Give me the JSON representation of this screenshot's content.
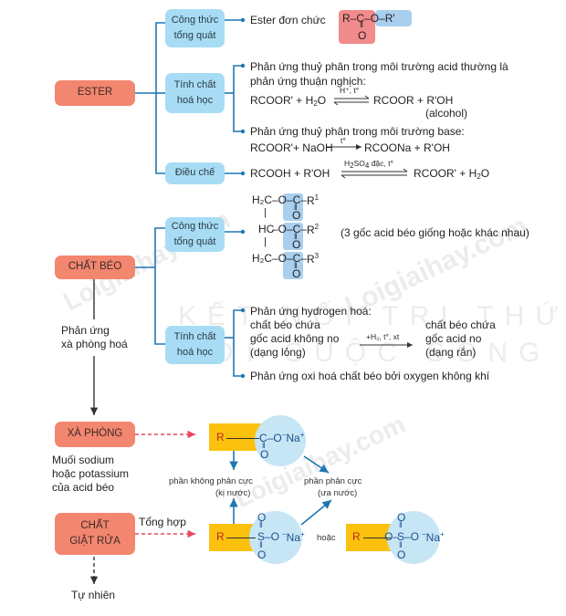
{
  "colors": {
    "main_box": "#f3866f",
    "sub_box": "#a7dcf4",
    "connector": "#1f77b4",
    "highlight_red": "#f28b8b",
    "highlight_blue": "#a9cfee",
    "hydrophobic_block": "#fcc10f",
    "hydrophilic_circle": "#c6e6f6",
    "dashed_arrow": "#e8475b"
  },
  "ester": {
    "label": "ESTER",
    "general_formula": {
      "label": "Công thức tổng quát",
      "line1": "Công thức",
      "line2": "tổng quát",
      "text": "Ester đơn chức",
      "formula": {
        "R": "R",
        "C": "C",
        "O_double": "O",
        "O": "O",
        "R2": "R'"
      }
    },
    "chemical_properties": {
      "line1": "Tính chất",
      "line2": "hoá học",
      "acid_hydrolysis": {
        "line1": "Phản ứng thuỷ phân trong môi trường acid thường là",
        "line2": "phản ứng thuận nghịch:",
        "reactants": "RCOOR' + H",
        "reactants_sub": "2",
        "reactants_end": "O",
        "condition": "H⁺, t°",
        "products": "RCOOR + R'OH",
        "note": "(alcohol)"
      },
      "base_hydrolysis": {
        "line1": "Phản ứng thuỷ phân trong môi trường base:",
        "reactants": "RCOOR'+ NaOH",
        "condition": "t°",
        "products": "RCOONa + R'OH"
      }
    },
    "preparation": {
      "label": "Điều chế",
      "reactants": "RCOOH + R'OH",
      "condition_pre": "H",
      "condition_sub1": "2",
      "condition_mid": "SO",
      "condition_sub2": "4",
      "condition_post": " đặc, t°",
      "products_pre": "RCOOR' + H",
      "products_sub": "2",
      "products_post": "O"
    }
  },
  "fat": {
    "label": "CHẤT BÉO",
    "general_formula": {
      "line1": "Công thức",
      "line2": "tổng quát",
      "rows": [
        {
          "left": "H₂C",
          "R": "R",
          "sup": "1"
        },
        {
          "left": "HC",
          "R": "R",
          "sup": "2"
        },
        {
          "left": "H₂C",
          "R": "R",
          "sup": "3"
        }
      ],
      "note": "(3 gốc acid béo giống hoặc khác nhau)"
    },
    "chemical_properties": {
      "line1": "Tính chất",
      "line2": "hoá học",
      "hydrogenation": {
        "title": "Phản ứng hydrogen hoá:",
        "reactant_lines": [
          "chất béo chứa",
          "gốc acid không no",
          "(dạng lỏng)"
        ],
        "condition": "+H₂, t°, xt",
        "product_lines": [
          "chất béo chứa",
          "gốc acid no",
          "(dạng rắn)"
        ]
      },
      "oxidation": "Phản ứng oxi hoá chất béo bởi oxygen không khí"
    }
  },
  "saponification": {
    "line1": "Phản ứng",
    "line2": "xà phòng hoá"
  },
  "soap": {
    "label": "XÀ PHÒNG",
    "desc_lines": [
      "Muối sodium",
      "hoặc potassium",
      "của acid béo"
    ],
    "structure": {
      "R": "R",
      "C": "C",
      "O_double": "O",
      "O": "O",
      "charge_neg": "−",
      "Na": "Na",
      "charge_pos": "+"
    }
  },
  "polarity": {
    "nonpolar_line1": "phần không phân cực",
    "nonpolar_line2": "(kị nước)",
    "polar_line1": "phần phân cực",
    "polar_line2": "(ưa nước)"
  },
  "detergent": {
    "label_line1": "CHẤT",
    "label_line2": "GIẶT RỬA",
    "synthetic": "Tổng hợp",
    "natural": "Tự nhiên",
    "or": "hoặc",
    "structure_a": {
      "R": "R",
      "S": "S",
      "O": "O",
      "Na": "Na"
    },
    "structure_b": {
      "R": "R",
      "S": "S",
      "O": "O",
      "Na": "Na"
    }
  },
  "watermarks": [
    "Loigiaihay.com",
    "Loigiaihay.com",
    "Loigiaihay.com",
    "KẾT NỐI TRI THỨC",
    "VỚI CUỘC SỐNG"
  ]
}
